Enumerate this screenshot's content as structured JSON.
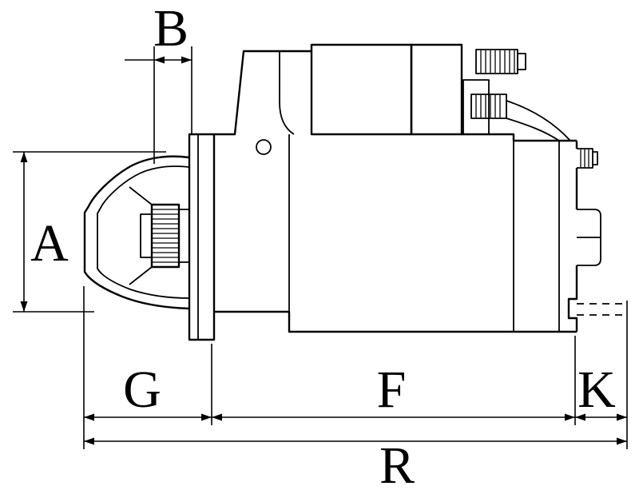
{
  "labels": {
    "a": "A",
    "b": "B",
    "g": "G",
    "f": "F",
    "k": "K",
    "r": "R"
  },
  "colors": {
    "line": "#000000",
    "background": "#ffffff"
  }
}
